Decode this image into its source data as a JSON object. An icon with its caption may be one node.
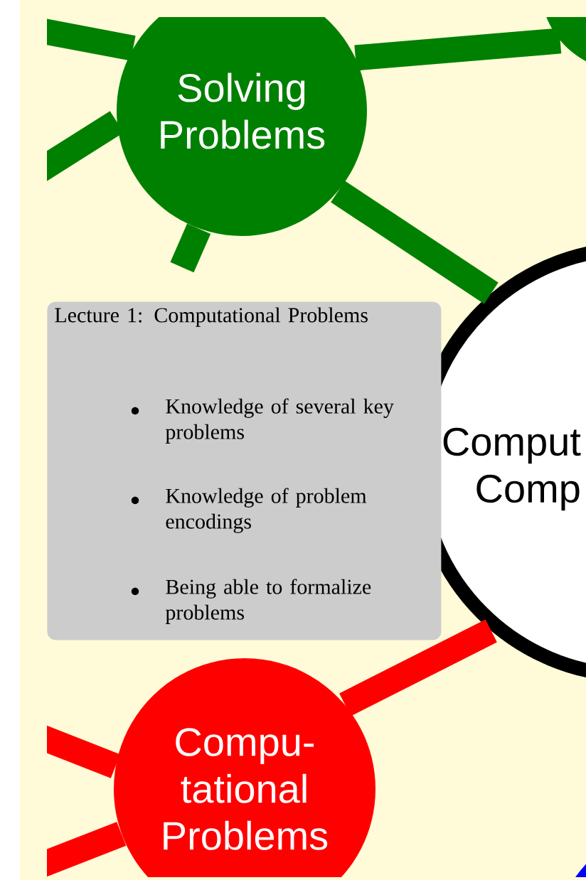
{
  "diagram": {
    "nodes": [
      {
        "text": [
          "Solving Problems"
        ]
      },
      {
        "text": [
          "Comput Comp"
        ]
      },
      {
        "text": [
          "Compu- tational Problems"
        ]
      },
      {
        "text": [
          "Lecture 1: Computational Problems",
          "Knowledge of several key problems",
          "Knowledge of problem encodings",
          "Being able to formalize problems"
        ]
      },
      {
        "text": [],
        "shape": "circle"
      },
      {
        "text": [],
        "shape": "circle"
      }
    ],
    "edges": [
      {
        "from": 1,
        "to": 0,
        "arrow": "none"
      },
      {
        "from": 0,
        "to": 4,
        "arrow": "none"
      },
      {
        "from": 0,
        "to": null,
        "arrow": "none"
      },
      {
        "from": 0,
        "to": null,
        "arrow": "none"
      },
      {
        "from": 0,
        "to": null,
        "arrow": "none"
      },
      {
        "from": 1,
        "to": 2,
        "arrow": "none",
        "color": "#ff0000"
      },
      {
        "from": 2,
        "to": null,
        "arrow": "none",
        "color": "#ff0000"
      },
      {
        "from": 2,
        "to": null,
        "arrow": "none",
        "color": "#ff0000"
      }
    ]
  }
}
